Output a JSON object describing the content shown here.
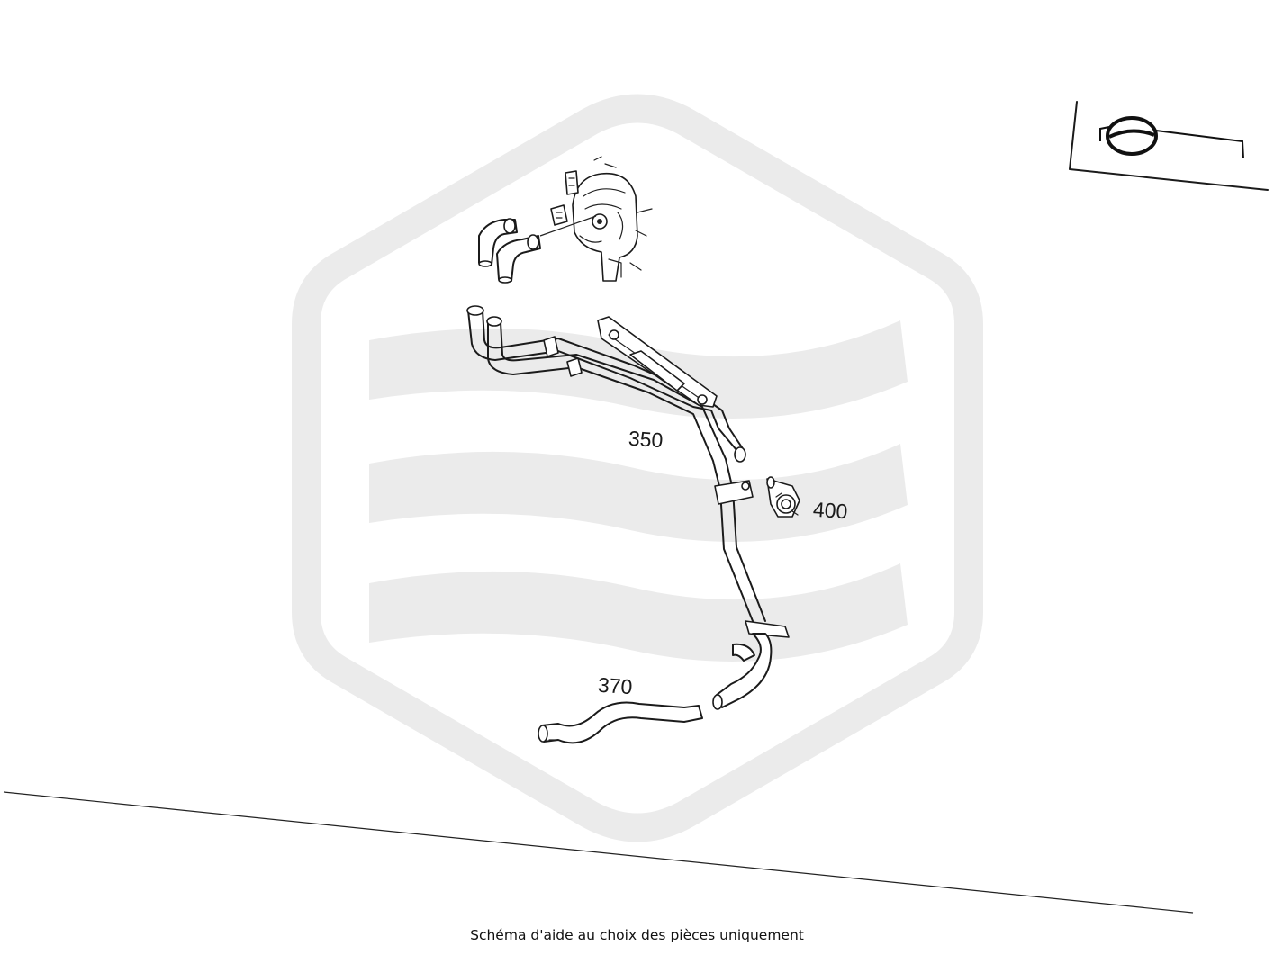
{
  "colors": {
    "watermark": "#ebebeb",
    "line": "#1b1b1b",
    "background": "#ffffff"
  },
  "callouts": {
    "part_350": "350",
    "part_370": "370",
    "part_400": "400"
  },
  "icons": {
    "orientation": "vehicle-orientation-icon",
    "watermark": "hexagon-waves-watermark"
  },
  "caption": "Schéma d'aide au choix des pièces uniquement"
}
